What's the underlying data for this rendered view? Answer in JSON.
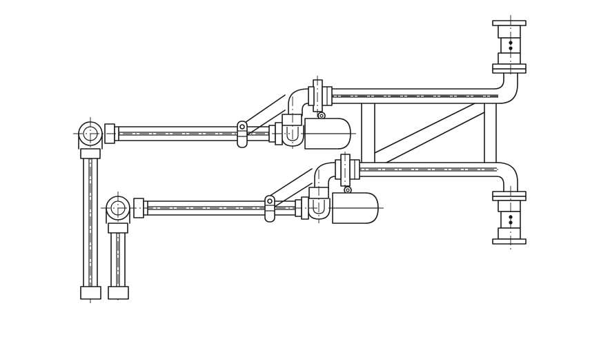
{
  "drawing": {
    "subject": "loading-arm-pipe-assembly",
    "line_color": "#1a1a1a",
    "background": "#ffffff",
    "components": [
      "upper-outlet-flange",
      "lower-outlet-flange",
      "upper-horizontal-arm",
      "lower-horizontal-arm",
      "support-frame",
      "upper-swivel-joint",
      "lower-swivel-joint",
      "upper-counterweight",
      "lower-counterweight",
      "left-vertical-riser",
      "inner-vertical-riser"
    ]
  }
}
